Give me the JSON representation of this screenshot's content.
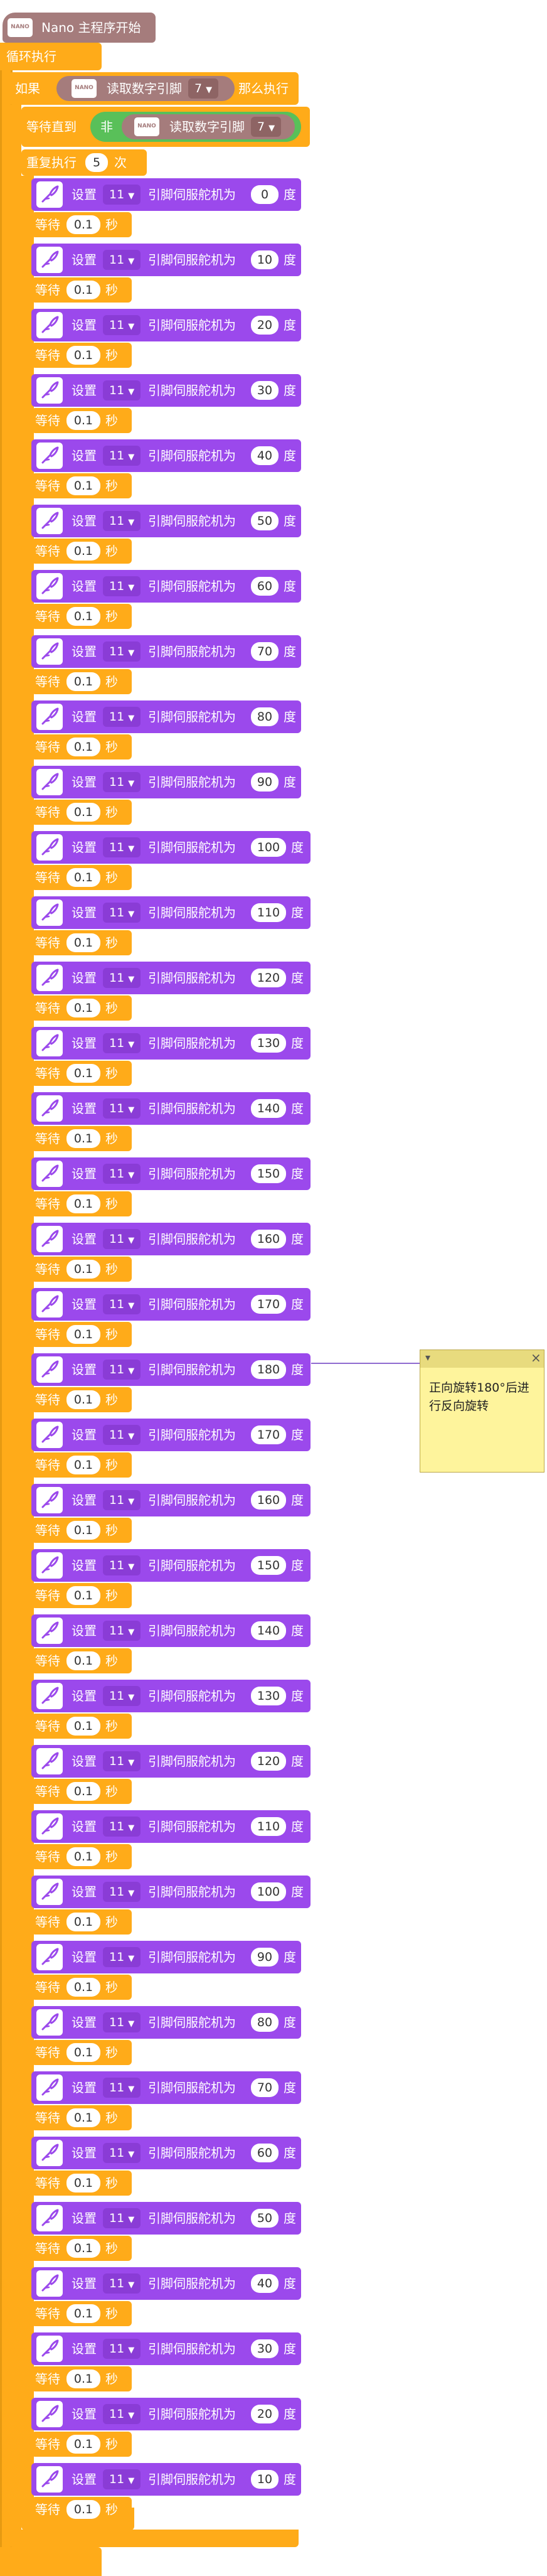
{
  "program": {
    "start_label": "Nano 主程序开始",
    "loop_label": "循环执行"
  },
  "if_block": {
    "if_label": "如果",
    "then_label": "那么执行",
    "read_label": "读取数字引脚",
    "pin": "7"
  },
  "wait_until": {
    "label": "等待直到",
    "not_label": "非",
    "read_label": "读取数字引脚",
    "pin": "7"
  },
  "repeat": {
    "label": "重复执行",
    "count": "5",
    "times_label": "次"
  },
  "servo": {
    "set_label": "设置",
    "pin": "11",
    "action_label": "引脚伺服舵机为",
    "unit_label": "度"
  },
  "delay": {
    "label": "等待",
    "value": "0.1",
    "unit_label": "秒"
  },
  "steps": [
    {
      "angle": "0"
    },
    {
      "angle": "10"
    },
    {
      "angle": "20"
    },
    {
      "angle": "30"
    },
    {
      "angle": "40"
    },
    {
      "angle": "50"
    },
    {
      "angle": "60"
    },
    {
      "angle": "70"
    },
    {
      "angle": "80"
    },
    {
      "angle": "90"
    },
    {
      "angle": "100"
    },
    {
      "angle": "110"
    },
    {
      "angle": "120"
    },
    {
      "angle": "130"
    },
    {
      "angle": "140"
    },
    {
      "angle": "150"
    },
    {
      "angle": "160"
    },
    {
      "angle": "170"
    },
    {
      "angle": "180"
    },
    {
      "angle": "170"
    },
    {
      "angle": "160"
    },
    {
      "angle": "150"
    },
    {
      "angle": "140"
    },
    {
      "angle": "130"
    },
    {
      "angle": "120"
    },
    {
      "angle": "110"
    },
    {
      "angle": "100"
    },
    {
      "angle": "90"
    },
    {
      "angle": "80"
    },
    {
      "angle": "70"
    },
    {
      "angle": "60"
    },
    {
      "angle": "50"
    },
    {
      "angle": "40"
    },
    {
      "angle": "30"
    },
    {
      "angle": "20"
    },
    {
      "angle": "10"
    }
  ],
  "comment": {
    "text": "正向旋转180°后进行反向旋转",
    "collapse_glyph": "▾",
    "close_glyph": "×"
  },
  "icons": {
    "nano_text": "NANO",
    "dropdown_caret": "▼",
    "repeat_end_glyph": "↲"
  },
  "colors": {
    "control": "#FFAB19",
    "control_dark": "#E69A12",
    "board": "#A57C7C",
    "servo": "#9B49EC",
    "logic": "#59C059",
    "comment": "#FEF49C"
  }
}
